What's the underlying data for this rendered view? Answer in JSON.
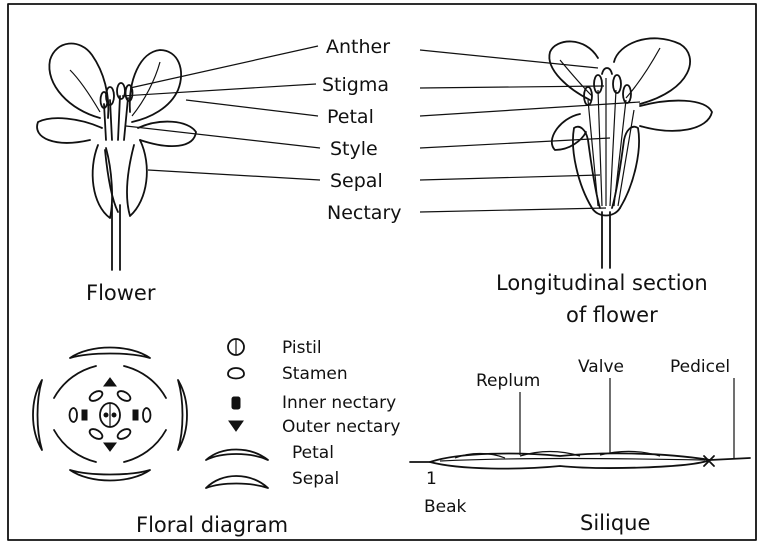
{
  "flower_parts": [
    "Anther",
    "Stigma",
    "Petal",
    "Style",
    "Sepal",
    "Nectary"
  ],
  "captions": {
    "flower": "Flower",
    "section_line1": "Longitudinal section",
    "section_line2": "of flower",
    "floral_diagram": "Floral diagram",
    "silique": "Silique"
  },
  "legend": [
    "Pistil",
    "Stamen",
    "Inner nectary",
    "Outer nectary",
    "Petal",
    "Sepal"
  ],
  "silique_labels": {
    "replum": "Replum",
    "valve": "Valve",
    "pedicel": "Pedicel",
    "beak_mark": "1",
    "beak": "Beak"
  }
}
